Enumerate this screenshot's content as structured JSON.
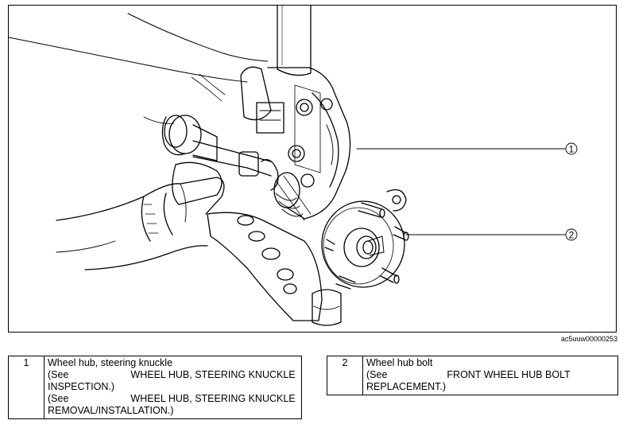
{
  "figure": {
    "callouts": [
      "1",
      "2"
    ],
    "code": "ac5uuw00000253"
  },
  "legend": [
    {
      "num": "1",
      "title": "Wheel hub, steering knuckle",
      "refs": [
        {
          "see": "(See",
          "text_a": "WHEEL HUB, STEERING KNUCKLE",
          "text_b": "INSPECTION.)"
        },
        {
          "see": "(See",
          "text_a": "WHEEL HUB, STEERING KNUCKLE",
          "text_b": "REMOVAL/INSTALLATION.)"
        }
      ]
    },
    {
      "num": "2",
      "title": "Wheel hub bolt",
      "refs": [
        {
          "see": "(See",
          "text_a": "FRONT WHEEL HUB BOLT",
          "text_b": "REPLACEMENT.)"
        }
      ]
    }
  ]
}
